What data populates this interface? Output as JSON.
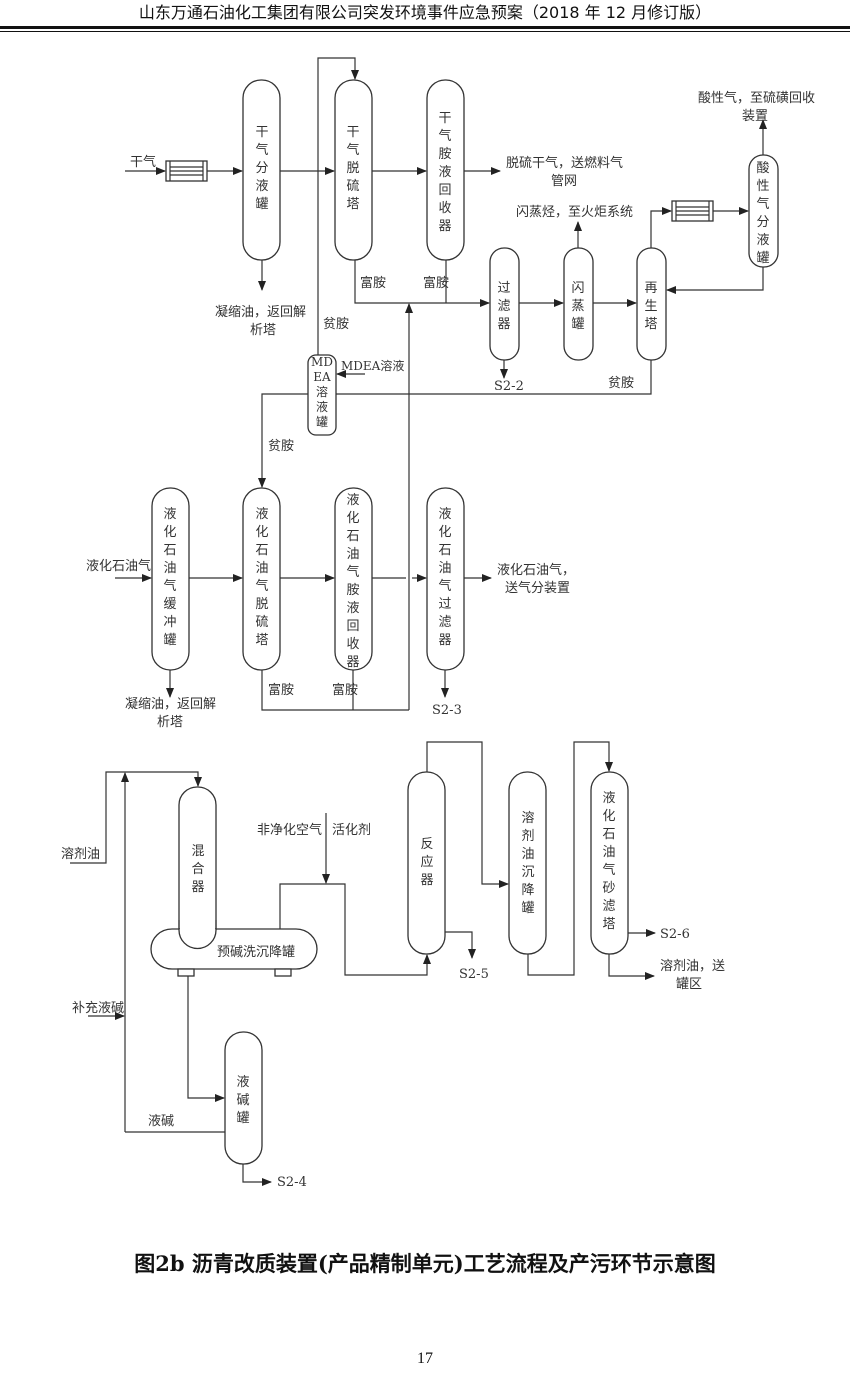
{
  "header": {
    "title": "山东万通石油化工集团有限公司突发环境事件应急预案（2018 年 12 月修订版）"
  },
  "figure": {
    "caption": "图2b  沥青改质装置(产品精制单元)工艺流程及产污环节示意图",
    "page_number": "17"
  },
  "vessels": [
    {
      "id": "dry-gas-separator",
      "label": "干气分液罐"
    },
    {
      "id": "dry-gas-desulfurizer",
      "label": "干气脱硫塔"
    },
    {
      "id": "dry-gas-amine-recovery",
      "label": "干气胺液回收器"
    },
    {
      "id": "filter",
      "label": "过滤器"
    },
    {
      "id": "flash-tank",
      "label": "闪蒸罐"
    },
    {
      "id": "regenerator",
      "label": "再生塔"
    },
    {
      "id": "acid-gas-separator",
      "label": "酸性气分液罐"
    },
    {
      "id": "mdea-tank",
      "label": "MDEA溶液罐",
      "lines": [
        "MD",
        "EA",
        "溶",
        "液",
        "罐"
      ]
    },
    {
      "id": "lpg-buffer",
      "label": "液化石油气缓冲罐"
    },
    {
      "id": "lpg-desulfurizer",
      "label": "液化石油气脱硫塔"
    },
    {
      "id": "lpg-amine-recovery",
      "label": "液化石油气胺液回收器"
    },
    {
      "id": "lpg-filter",
      "label": "液化石油气过滤器"
    },
    {
      "id": "mixer",
      "label": "混合器"
    },
    {
      "id": "pre-alkali-settler",
      "label": "预碱洗沉降罐"
    },
    {
      "id": "reactor",
      "label": "反应器"
    },
    {
      "id": "solvent-settler",
      "label": "溶剂油沉降罐"
    },
    {
      "id": "lpg-sand-filter",
      "label": "液化石油气砂滤塔"
    },
    {
      "id": "alkali-tank",
      "label": "液碱罐"
    }
  ],
  "stream_labels": {
    "dry_gas_in": "干气",
    "condensate_1": [
      "凝缩油，返回解",
      "析塔"
    ],
    "desulfurized_gas": [
      "脱硫干气，送燃料气",
      "管网"
    ],
    "flash_hc": "闪蒸烃，至火炬系统",
    "acid_gas": [
      "酸性气，至硫磺回收",
      "装置"
    ],
    "rich_amine_1": "富胺",
    "rich_amine_2": "富胺",
    "lean_amine_1": "贫胺",
    "lean_amine_2": "贫胺",
    "lean_amine_3": "贫胺",
    "mdea_in": "MDEA溶液",
    "s2_2": "S2-2",
    "lpg_in": "液化石油气",
    "lpg_out": [
      "液化石油气，",
      "送气分装置"
    ],
    "condensate_2": [
      "凝缩油，返回解",
      "析塔"
    ],
    "rich_amine_3": "富胺",
    "rich_amine_4": "富胺",
    "s2_3": "S2-3",
    "solvent_oil_in": "溶剂油",
    "air": "非净化空气",
    "activator": "活化剂",
    "s2_5": "S2-5",
    "s2_6": "S2-6",
    "solvent_out": [
      "溶剂油，送",
      "罐区"
    ],
    "makeup_alkali": "补充液碱",
    "alkali": "液碱",
    "s2_4": "S2-4"
  }
}
